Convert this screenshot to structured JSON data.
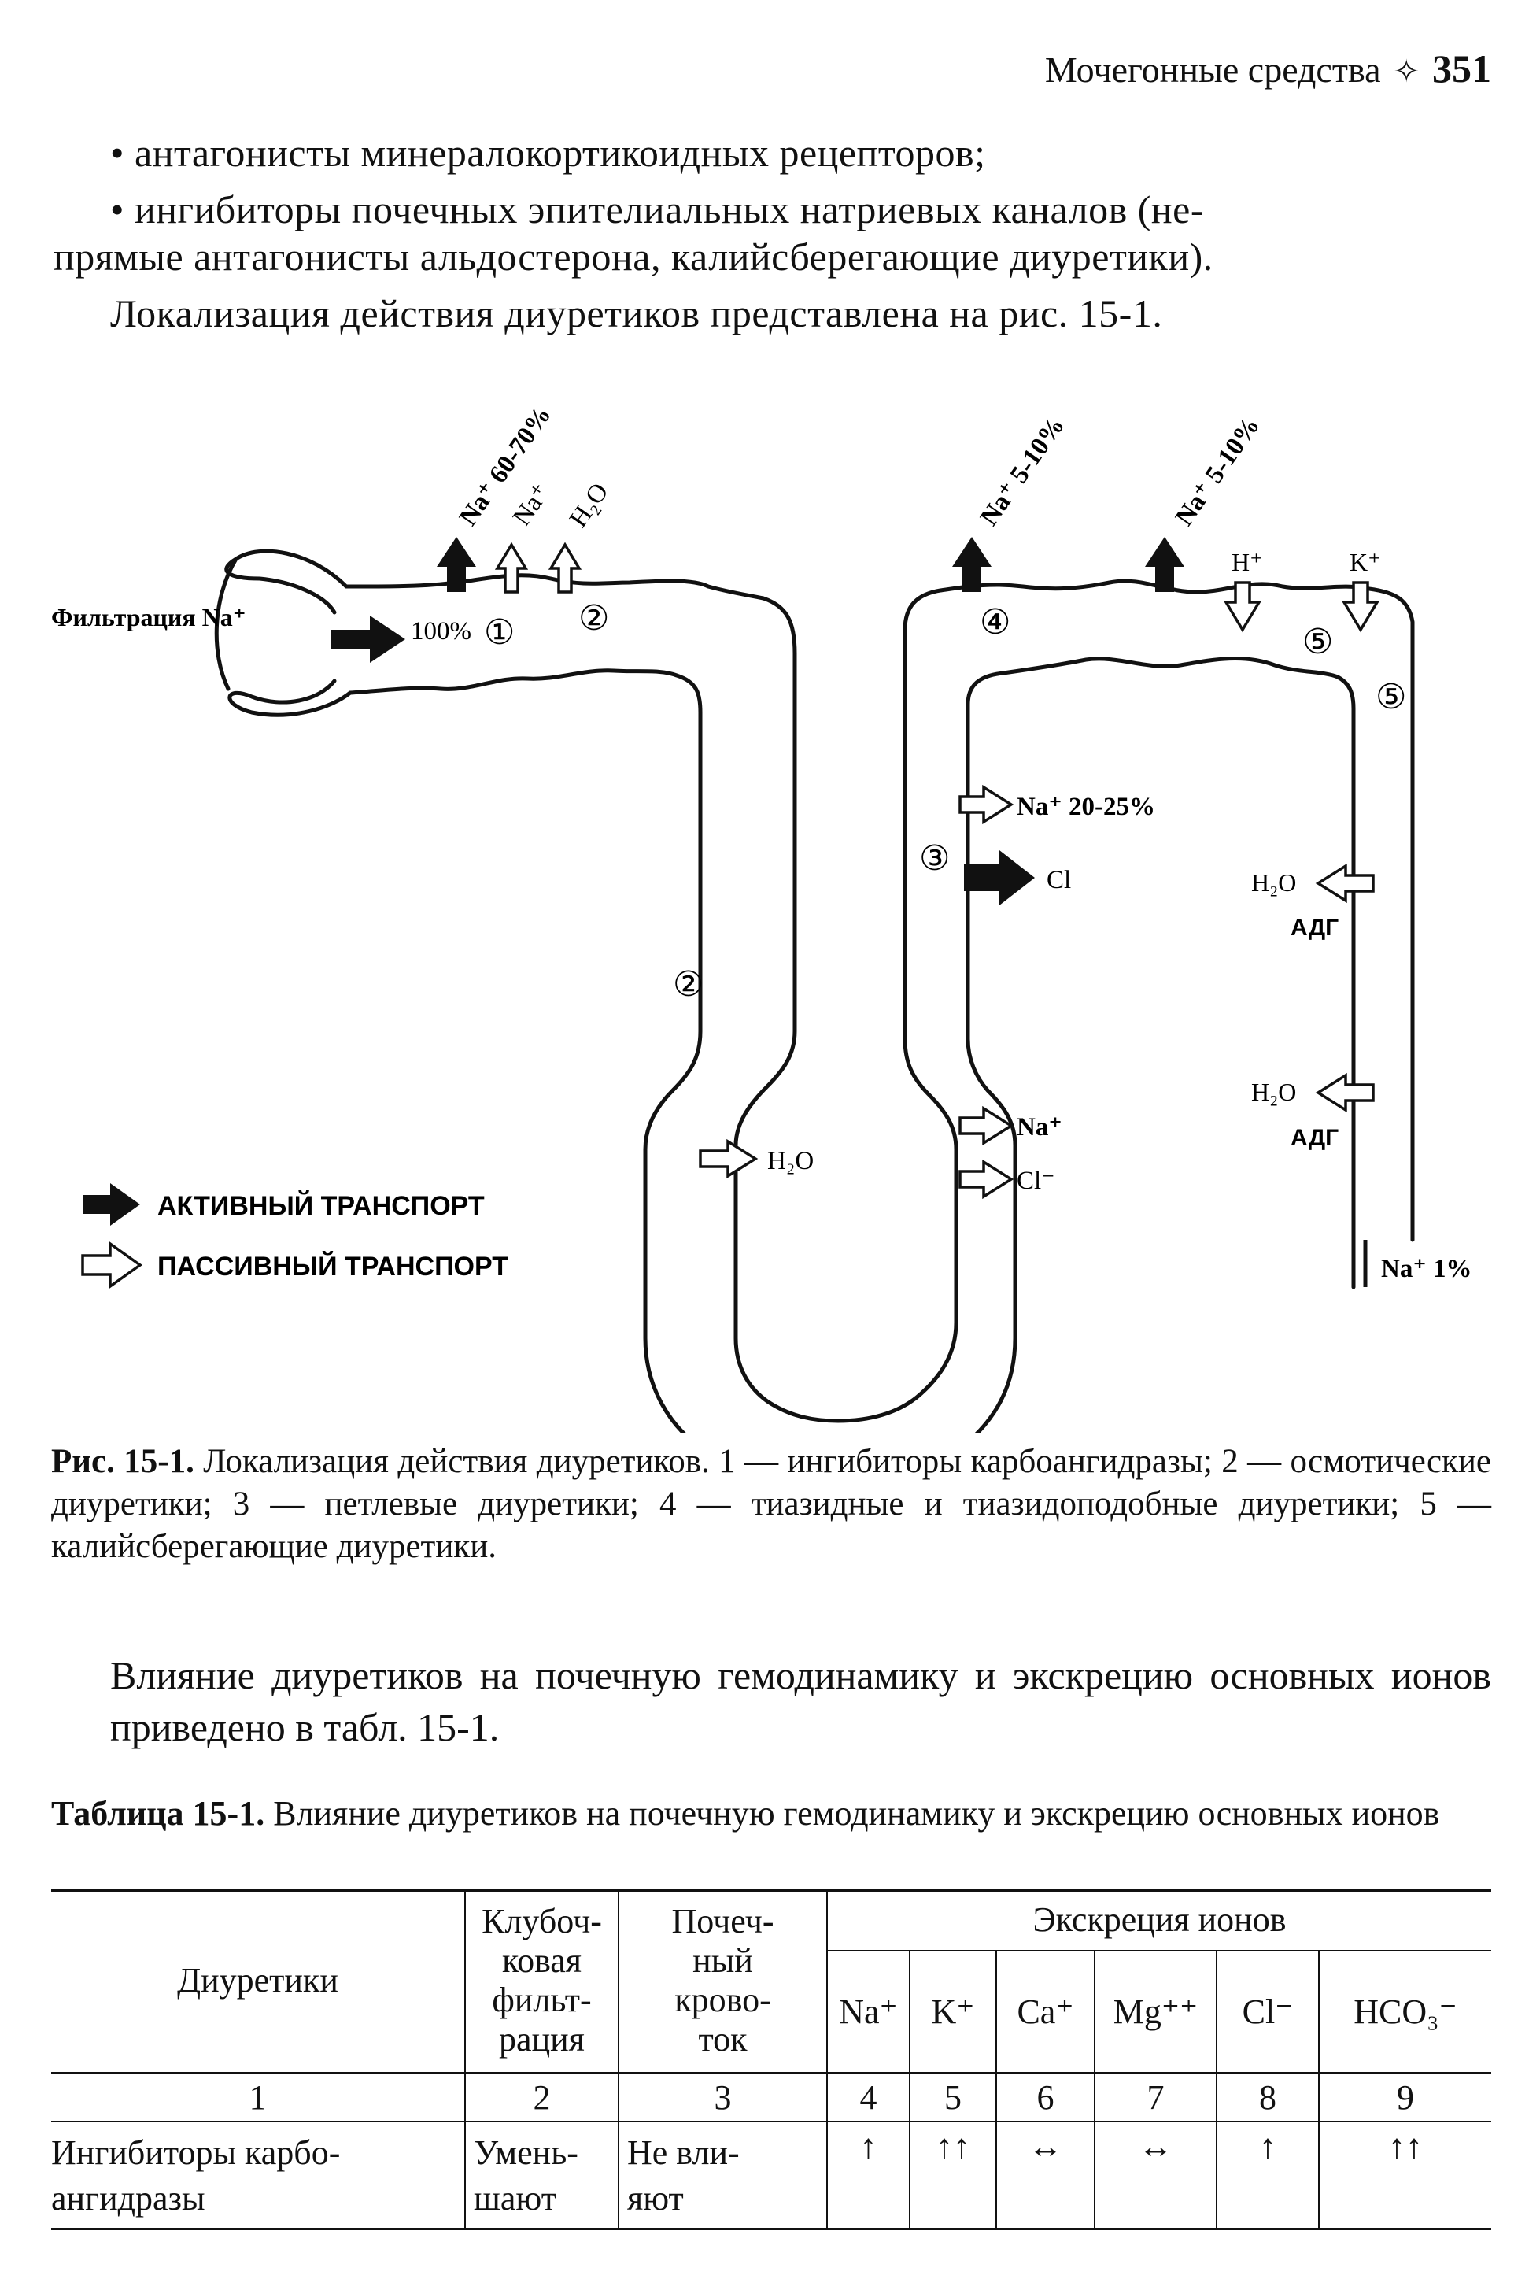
{
  "header": {
    "title": "Мочегонные средства",
    "mark": "✧",
    "page_number": "351"
  },
  "bullets": [
    "антагонисты минералокортикоидных рецепторов;",
    "ингибиторы почечных эпителиальных натриевых каналов (не-",
    "прямые антагонисты альдостерона, калийсберегающие диуретики)."
  ],
  "intro_text": "Локализация действия диуретиков представлена на рис. 15-1.",
  "figure": {
    "filtration_label": "Фильтрация Na⁺",
    "percent_100": "100%",
    "na_60_70": "Na⁺ 60-70%",
    "na_label": "Na⁺",
    "h2o_label": "H₂O",
    "na_5_10_a": "Na⁺ 5-10%",
    "na_5_10_b": "Na⁺ 5-10%",
    "h_label": "H⁺",
    "k_label": "K⁺",
    "na_20_25": "Na⁺ 20-25%",
    "cl_label": "Cl",
    "h2o_adg_1": "H₂O",
    "adg_1": "АДГ",
    "h2o_adg_2": "H₂O",
    "adg_2": "АДГ",
    "na_plus": "Na⁺",
    "cl_minus": "Cl⁻",
    "h2o_descending": "H₂O",
    "na_1": "Na⁺ 1%",
    "legend_active": "АКТИВНЫЙ ТРАНСПОРТ",
    "legend_passive": "ПАССИВНЫЙ ТРАНСПОРТ",
    "markers": [
      "①",
      "②",
      "②",
      "③",
      "④",
      "⑤",
      "⑤"
    ]
  },
  "caption": {
    "label": "Рис. 15-1.",
    "text": "Локализация действия диуретиков. 1 — ингибиторы карбоангидразы; 2 — осмотические диуретики; 3 — петлевые диуретики; 4 — тиазидные и тиазидоподобные диуретики; 5 — калийсберегающие диуретики."
  },
  "paragraph2": "Влияние диуретиков на почечную гемодинамику и экскрецию основных ионов приведено в табл. 15-1.",
  "table_caption": {
    "label": "Таблица 15-1.",
    "text": "Влияние диуретиков на почечную гемодинамику и экскрецию основных ионов"
  },
  "table": {
    "col_diuretics": "Диуретики",
    "col_glomerular": "Клубоч-\nковая\nфильт-\nрация",
    "col_renal_flow": "Почеч-\nный\nкрово-\nток",
    "col_excretion": "Экскреция ионов",
    "ions": [
      "Na⁺",
      "K⁺",
      "Ca⁺",
      "Mg⁺⁺",
      "Cl⁻",
      "HCO₃⁻"
    ],
    "numbers": [
      "1",
      "2",
      "3",
      "4",
      "5",
      "6",
      "7",
      "8",
      "9"
    ],
    "rows": [
      {
        "name": "Ингибиторы карбо-\nангидразы",
        "glomerular": "Умень-\nшают",
        "renal_flow": "Не вли-\nяют",
        "values": [
          "↑",
          "↑↑",
          "↔",
          "↔",
          "↑",
          "↑↑"
        ]
      }
    ]
  }
}
